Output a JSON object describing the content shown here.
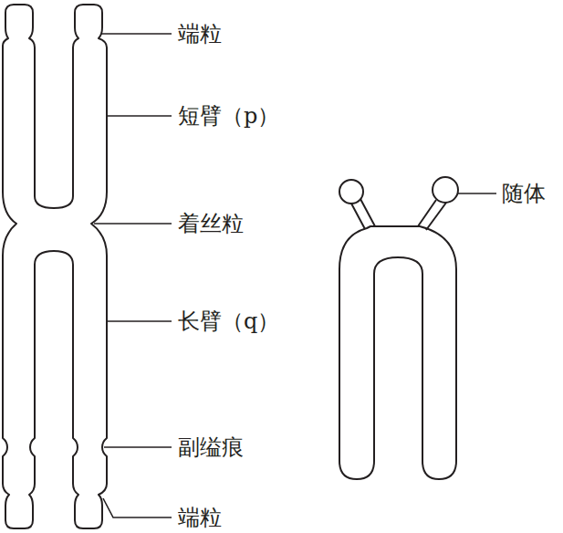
{
  "diagram": {
    "labels": [
      "端粒",
      "短臂（p）",
      "着丝粒",
      "长臂（q）",
      "副缢痕",
      "端粒",
      "随体"
    ]
  }
}
